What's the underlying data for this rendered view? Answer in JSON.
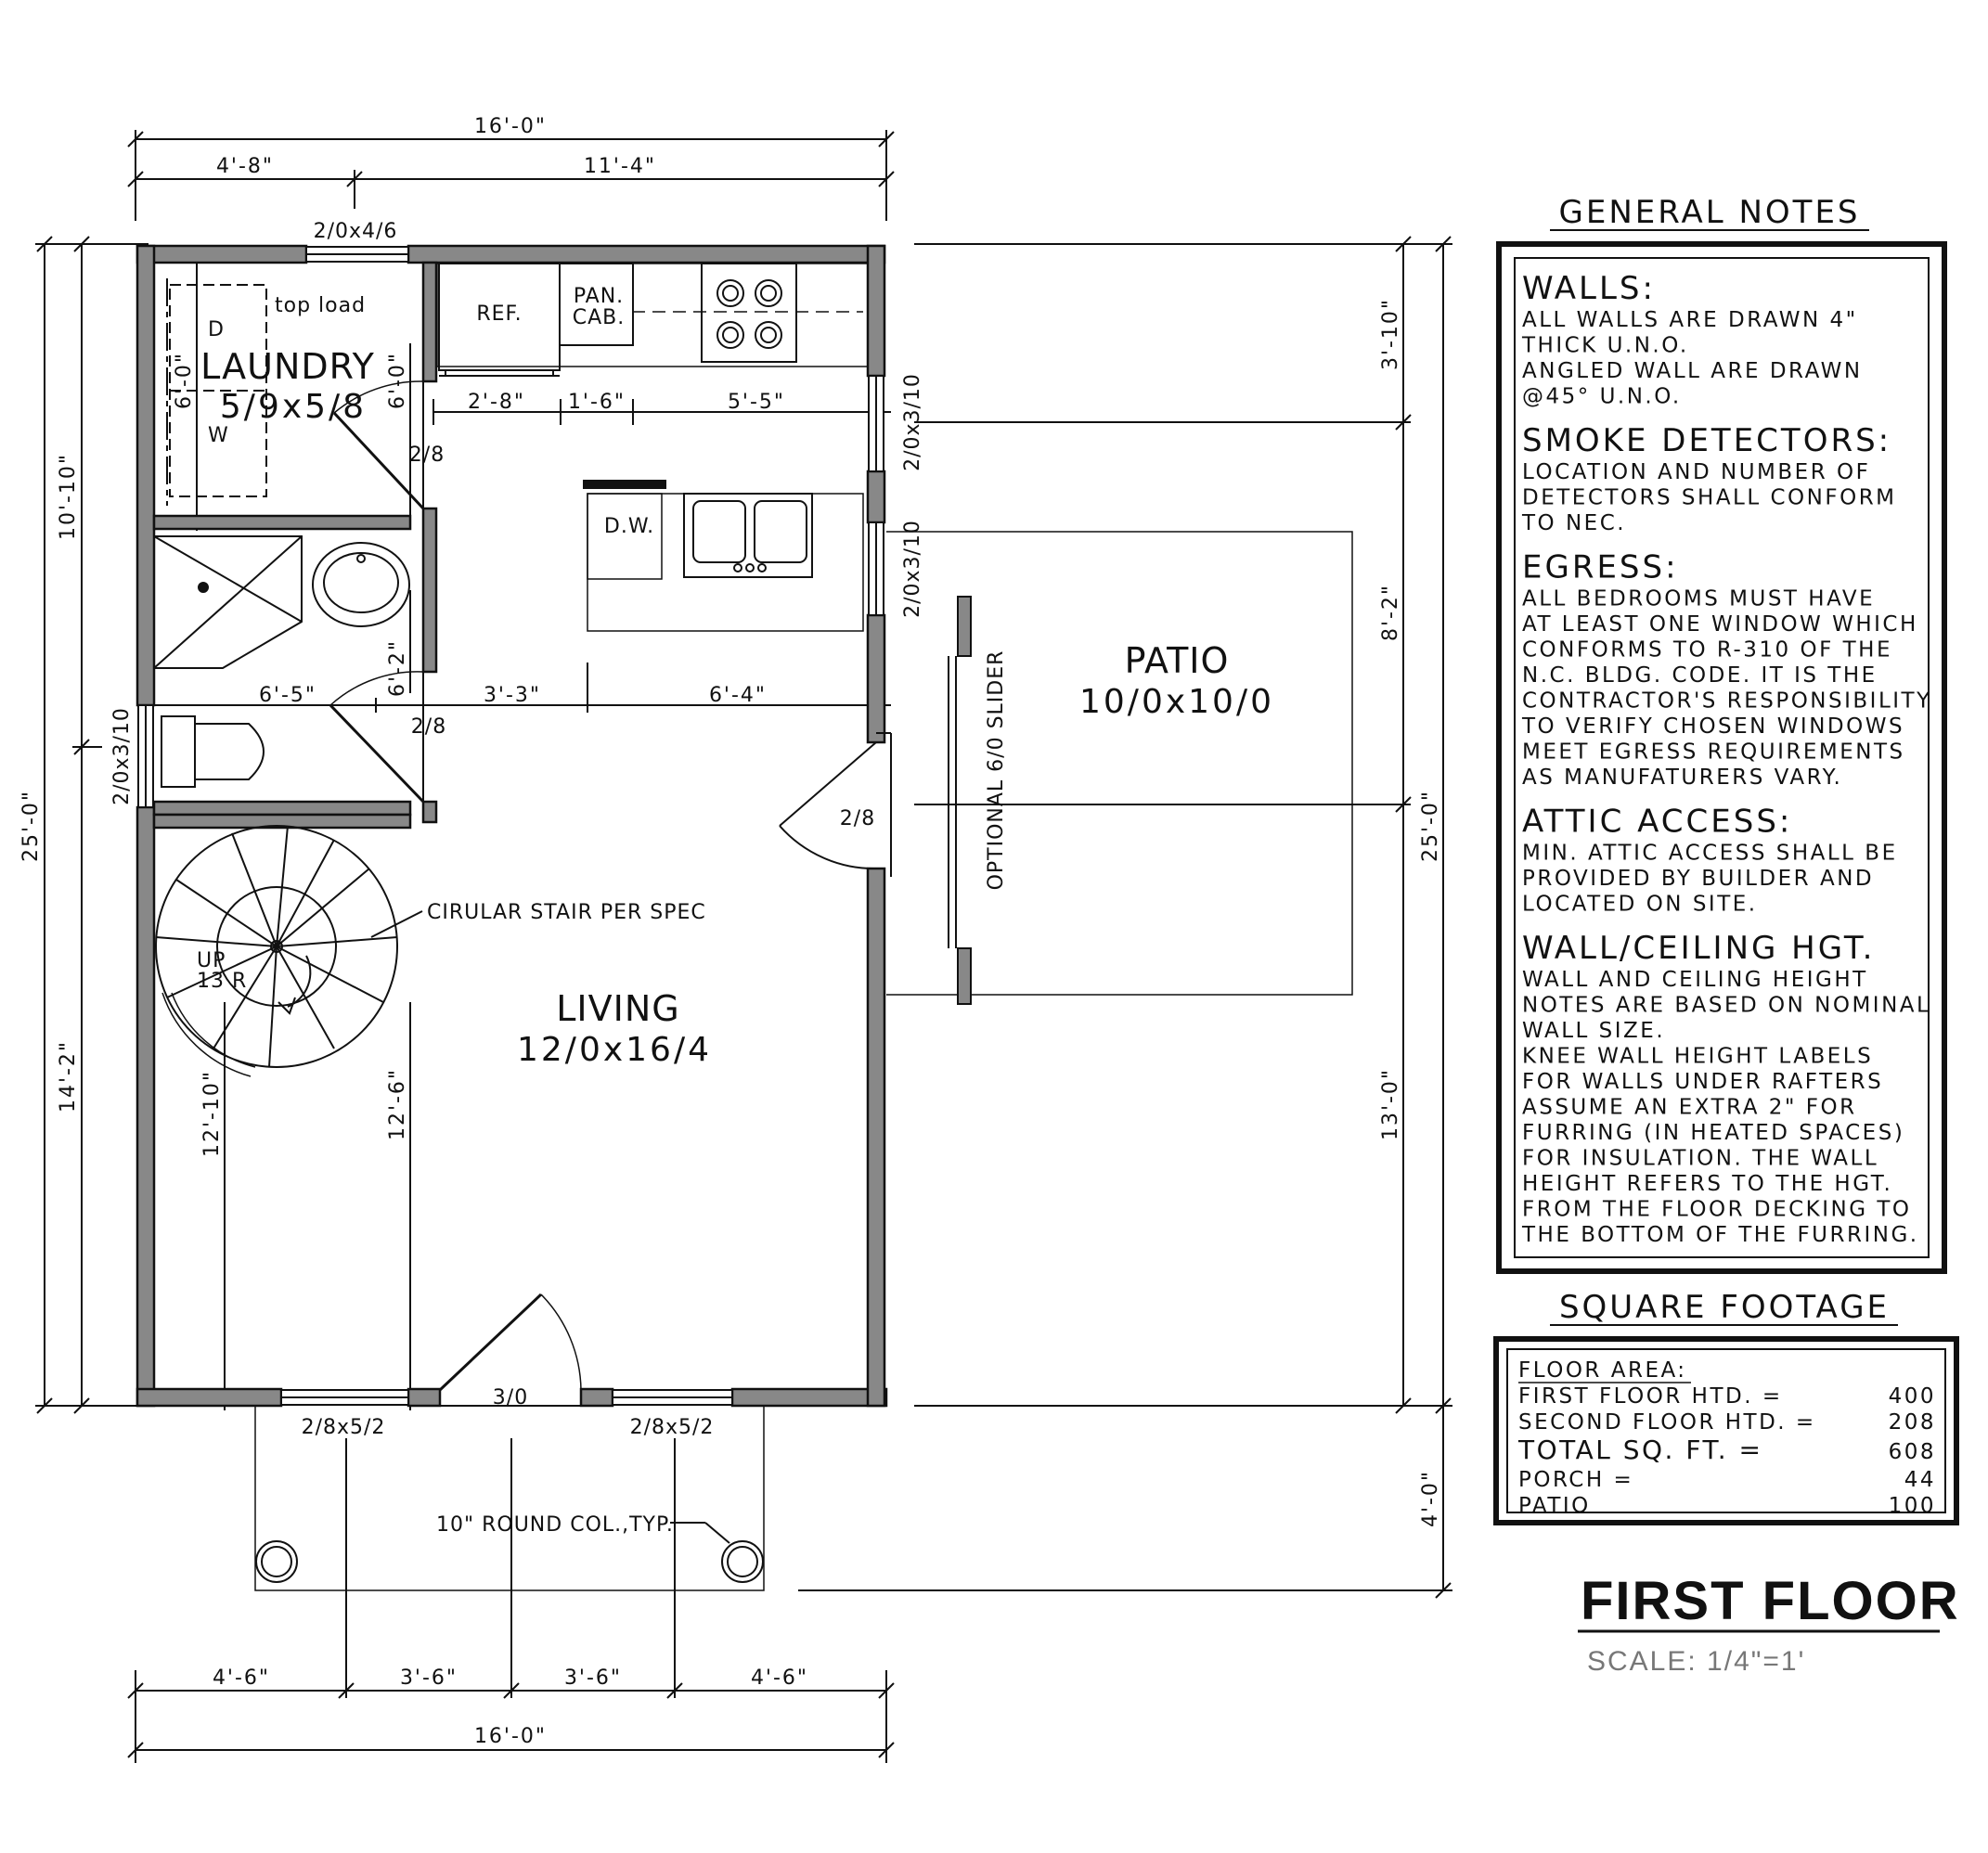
{
  "plan": {
    "dims_top": {
      "overall": "16'-0\"",
      "left": "4'-8\"",
      "right": "11'-4\""
    },
    "dims_bottom": {
      "a": "4'-6\"",
      "b": "3'-6\"",
      "c": "3'-6\"",
      "d": "4'-6\"",
      "overall": "16'-0\""
    },
    "dims_left": {
      "overall": "25'-0\"",
      "upper": "10'-10\"",
      "lower": "14'-2\""
    },
    "dims_right": {
      "top": "3'-10\"",
      "mid": "8'-2\"",
      "overall": "25'-0\"",
      "lower": "13'-0\"",
      "porch": "4'-0\""
    },
    "dims_inner": {
      "kitchen_a": "2'-8\"",
      "kitchen_b": "1'-6\"",
      "kitchen_c": "5'-5\"",
      "hall_a": "6'-5\"",
      "hall_b": "3'-3\"",
      "hall_c": "6'-4\"",
      "laundry_v": "6'-0\"",
      "laundry_v2": "6'-0\"",
      "bath_v": "6'-2\"",
      "stair_v": "12'-10\"",
      "living_v": "12'-6\""
    },
    "windows": {
      "laundry": "2/0x4/6",
      "kitchen_1": "2/0x3/10",
      "kitchen_2": "2/0x3/10",
      "bath": "2/0x3/10",
      "front_left": "2/8x5/2",
      "front_right": "2/8x5/2"
    },
    "doors": {
      "laundry": "2/8",
      "bath": "2/8",
      "side": "2/8",
      "front": "3/0"
    },
    "labels": {
      "top_load": "top load",
      "d": "D",
      "w": "W",
      "ref": "REF.",
      "pan1": "PAN.",
      "pan2": "CAB.",
      "dw": "D.W.",
      "stair": "CIRULAR STAIR PER SPEC",
      "up": "UP",
      "risers": "13 R",
      "slider": "OPTIONAL 6/0 SLIDER",
      "column": "10\" ROUND COL.,TYP."
    },
    "rooms": {
      "laundry": {
        "name": "LAUNDRY",
        "size": "5/9x5/8"
      },
      "living": {
        "name": "LIVING",
        "size": "12/0x16/4"
      },
      "patio": {
        "name": "PATIO",
        "size": "10/0x10/0"
      }
    }
  },
  "notes": {
    "title": "GENERAL NOTES",
    "sections": [
      {
        "heading": "WALLS:",
        "lines": [
          "ALL WALLS ARE DRAWN 4\"",
          "THICK U.N.O.",
          "ANGLED WALL ARE DRAWN",
          "@45° U.N.O."
        ]
      },
      {
        "heading": "SMOKE DETECTORS:",
        "lines": [
          "LOCATION AND NUMBER OF",
          "DETECTORS SHALL CONFORM",
          "TO NEC."
        ]
      },
      {
        "heading": "EGRESS:",
        "lines": [
          "ALL BEDROOMS MUST HAVE",
          "AT LEAST ONE WINDOW WHICH",
          "CONFORMS TO R-310 OF THE",
          "N.C. BLDG. CODE. IT IS THE",
          "CONTRACTOR'S RESPONSIBILITY",
          "TO VERIFY CHOSEN WINDOWS",
          "MEET EGRESS REQUIREMENTS",
          "AS MANUFATURERS VARY."
        ]
      },
      {
        "heading": "ATTIC ACCESS:",
        "lines": [
          "MIN. ATTIC ACCESS SHALL BE",
          "PROVIDED BY BUILDER AND",
          "LOCATED ON SITE."
        ]
      },
      {
        "heading": "WALL/CEILING HGT.",
        "lines": [
          "WALL AND CEILING HEIGHT",
          "NOTES ARE BASED ON NOMINAL",
          "WALL SIZE.",
          "KNEE WALL HEIGHT LABELS",
          "FOR WALLS UNDER RAFTERS",
          "ASSUME AN EXTRA 2\" FOR",
          "FURRING (IN HEATED SPACES)",
          "FOR INSULATION. THE WALL",
          "HEIGHT REFERS TO THE HGT.",
          "FROM THE FLOOR DECKING TO",
          "THE BOTTOM OF THE FURRING."
        ]
      }
    ]
  },
  "sqft": {
    "title": "SQUARE FOOTAGE",
    "header": "FLOOR AREA:",
    "rows": [
      {
        "label": "FIRST FLOOR HTD. =",
        "value": "400"
      },
      {
        "label": "SECOND FLOOR HTD. =",
        "value": "208"
      },
      {
        "label": "TOTAL SQ. FT. =",
        "value": "608"
      },
      {
        "label": "PORCH =",
        "value": "44"
      },
      {
        "label": "PATIO",
        "value": "100"
      }
    ]
  },
  "title_block": {
    "title": "FIRST FLOOR",
    "scale": "SCALE:  1/4\"=1'"
  }
}
